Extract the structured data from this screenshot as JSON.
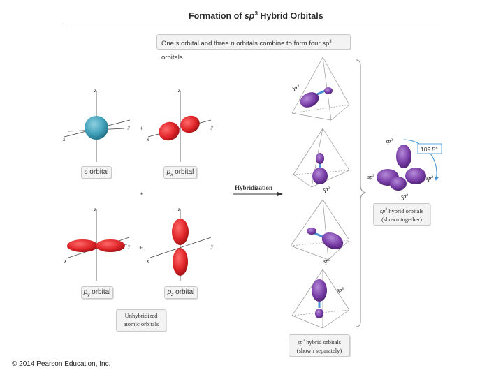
{
  "title": {
    "prefix": "Formation of ",
    "sp": "sp",
    "sup": "3",
    "suffix": " Hybrid Orbitals"
  },
  "intro": {
    "part1": "One s orbital and three ",
    "p": "p",
    "part2": " orbitals combine to form four sp",
    "sup": "3",
    "part3": " orbitals."
  },
  "axes": {
    "x": "x",
    "y": "y",
    "z": "z"
  },
  "orbitals": {
    "s": "s orbital",
    "px": {
      "p": "p",
      "sub": "x",
      "rest": " orbital"
    },
    "py": {
      "p": "p",
      "sub": "y",
      "rest": " orbital"
    },
    "pz": {
      "p": "p",
      "sub": "z",
      "rest": " orbital"
    }
  },
  "plus": "+",
  "hybridization": "Hybridization",
  "unhybridized": {
    "line1": "Unhybridized",
    "line2": "atomic orbitals"
  },
  "sp3": {
    "sp": "sp",
    "sup": "3"
  },
  "angle": "109.5°",
  "together": {
    "sp": "sp",
    "sup": "3",
    "line1rest": " hybrid orbitals",
    "line2": "(shown together)"
  },
  "separately": {
    "sp": "sp",
    "sup": "3",
    "line1rest": " hybrid orbitals",
    "line2": "(shown separately)"
  },
  "footer": "© 2014 Pearson Education, Inc.",
  "colors": {
    "s_orbital": "#3f9fb8",
    "p_orbital": "#e0262a",
    "hybrid": "#7a3fa8",
    "bond": "#4a8fd0"
  }
}
